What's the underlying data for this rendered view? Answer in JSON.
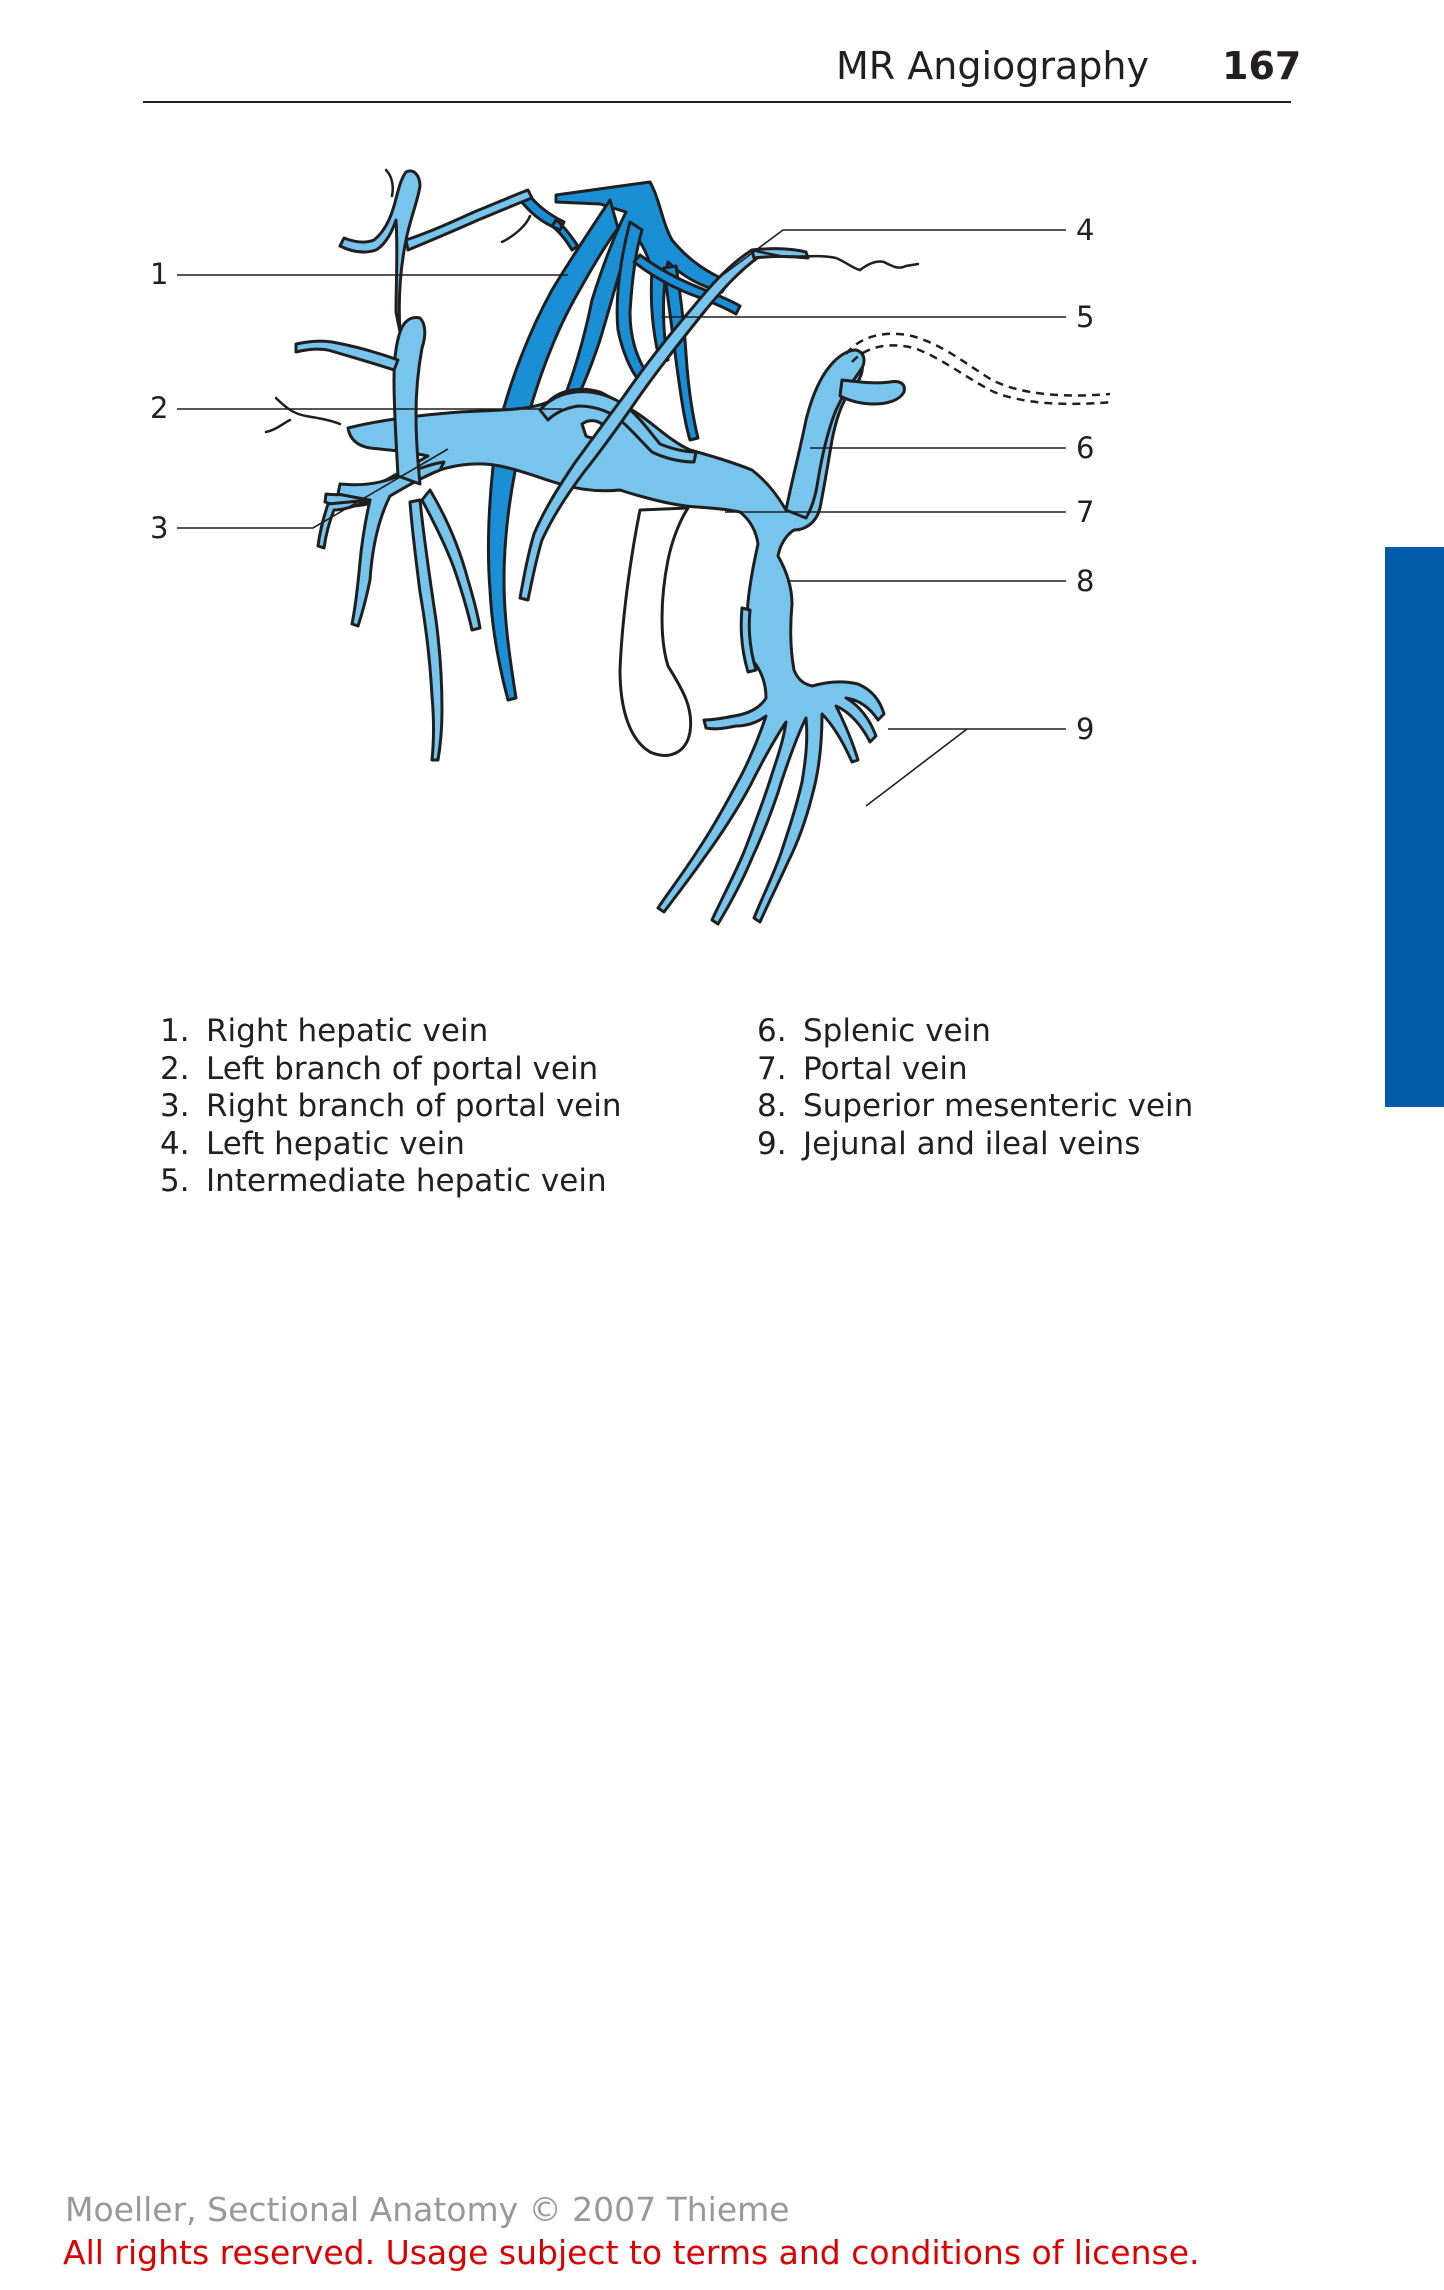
{
  "header": {
    "title": "MR Angiography",
    "page_number": "167"
  },
  "colors": {
    "vein_light": "#77c4ec",
    "vein_dark": "#1a8fd6",
    "outline": "#1f1f1f",
    "side_tab": "#005ba9",
    "license_red": "#dd0000",
    "credit_gray": "#999999"
  },
  "figure": {
    "callouts": [
      "1",
      "2",
      "3",
      "4",
      "5",
      "6",
      "7",
      "8",
      "9"
    ]
  },
  "legend": {
    "left": [
      {
        "num": "1.",
        "label": "Right hepatic vein"
      },
      {
        "num": "2.",
        "label": "Left branch of portal vein"
      },
      {
        "num": "3.",
        "label": "Right branch of portal vein"
      },
      {
        "num": "4.",
        "label": "Left hepatic vein"
      },
      {
        "num": "5.",
        "label": "Intermediate hepatic vein"
      }
    ],
    "right": [
      {
        "num": "6.",
        "label": "Splenic vein"
      },
      {
        "num": "7.",
        "label": "Portal vein"
      },
      {
        "num": "8.",
        "label": "Superior mesenteric vein"
      },
      {
        "num": "9.",
        "label": "Jejunal and ileal veins"
      }
    ]
  },
  "footer": {
    "credit": "Moeller, Sectional Anatomy © 2007 Thieme",
    "license": "All rights reserved. Usage subject to terms and conditions of license."
  }
}
